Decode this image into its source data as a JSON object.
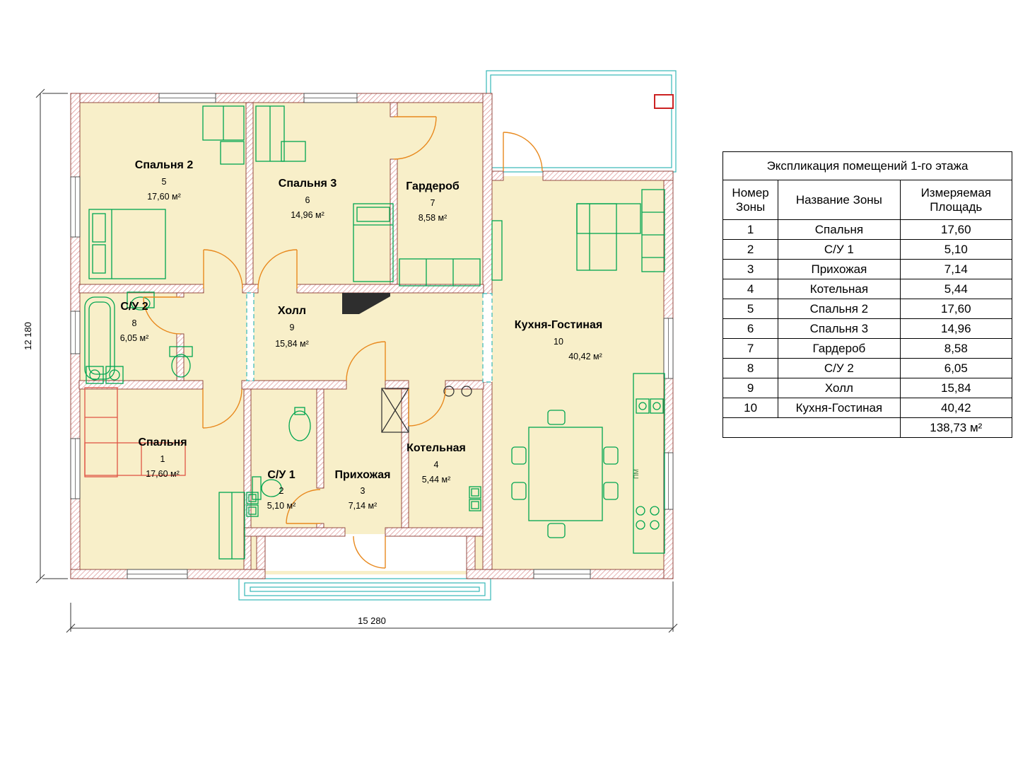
{
  "plan": {
    "dimensions": {
      "height_label": "12 180",
      "width_label": "15 280"
    },
    "kitchen_pm": "ПМ",
    "rooms": [
      {
        "name": "Спальня 2",
        "num": "5",
        "area": "17,60 м²"
      },
      {
        "name": "Спальня 3",
        "num": "6",
        "area": "14,96 м²"
      },
      {
        "name": "Гардероб",
        "num": "7",
        "area": "8,58 м²"
      },
      {
        "name": "Кухня-Гостиная",
        "num": "10",
        "area": "40,42 м²"
      },
      {
        "name": "С/У 2",
        "num": "8",
        "area": "6,05 м²"
      },
      {
        "name": "Холл",
        "num": "9",
        "area": "15,84 м²"
      },
      {
        "name": "Спальня",
        "num": "1",
        "area": "17,60 м²"
      },
      {
        "name": "С/У 1",
        "num": "2",
        "area": "5,10 м²"
      },
      {
        "name": "Прихожая",
        "num": "3",
        "area": "7,14 м²"
      },
      {
        "name": "Котельная",
        "num": "4",
        "area": "5,44 м²"
      }
    ]
  },
  "table": {
    "title": "Экспликация помещений 1-го этажа",
    "headers": [
      "Номер Зоны",
      "Название Зоны",
      "Измеряемая Площадь"
    ],
    "rows": [
      {
        "num": "1",
        "name": "Спальня",
        "area": "17,60"
      },
      {
        "num": "2",
        "name": "С/У 1",
        "area": "5,10"
      },
      {
        "num": "3",
        "name": "Прихожая",
        "area": "7,14"
      },
      {
        "num": "4",
        "name": "Котельная",
        "area": "5,44"
      },
      {
        "num": "5",
        "name": "Спальня 2",
        "area": "17,60"
      },
      {
        "num": "6",
        "name": "Спальня 3",
        "area": "14,96"
      },
      {
        "num": "7",
        "name": "Гардероб",
        "area": "8,58"
      },
      {
        "num": "8",
        "name": "С/У 2",
        "area": "6,05"
      },
      {
        "num": "9",
        "name": "Холл",
        "area": "15,84"
      },
      {
        "num": "10",
        "name": "Кухня-Гостиная",
        "area": "40,42"
      }
    ],
    "total": "138,73 м²"
  },
  "colors": {
    "room_fill": "#f8efc9",
    "wall_hatch": "#d98080",
    "furniture_green": "#00a550",
    "door_orange": "#e8891e",
    "aux_cyan": "#35b8b8",
    "sofa_red": "#e05545"
  }
}
